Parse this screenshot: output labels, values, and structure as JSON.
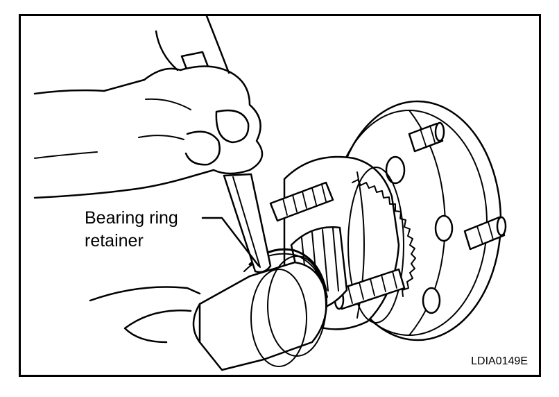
{
  "figure": {
    "callout": {
      "line1": "Bearing ring",
      "line2": "retainer"
    },
    "figure_id": "LDIA0149E"
  }
}
